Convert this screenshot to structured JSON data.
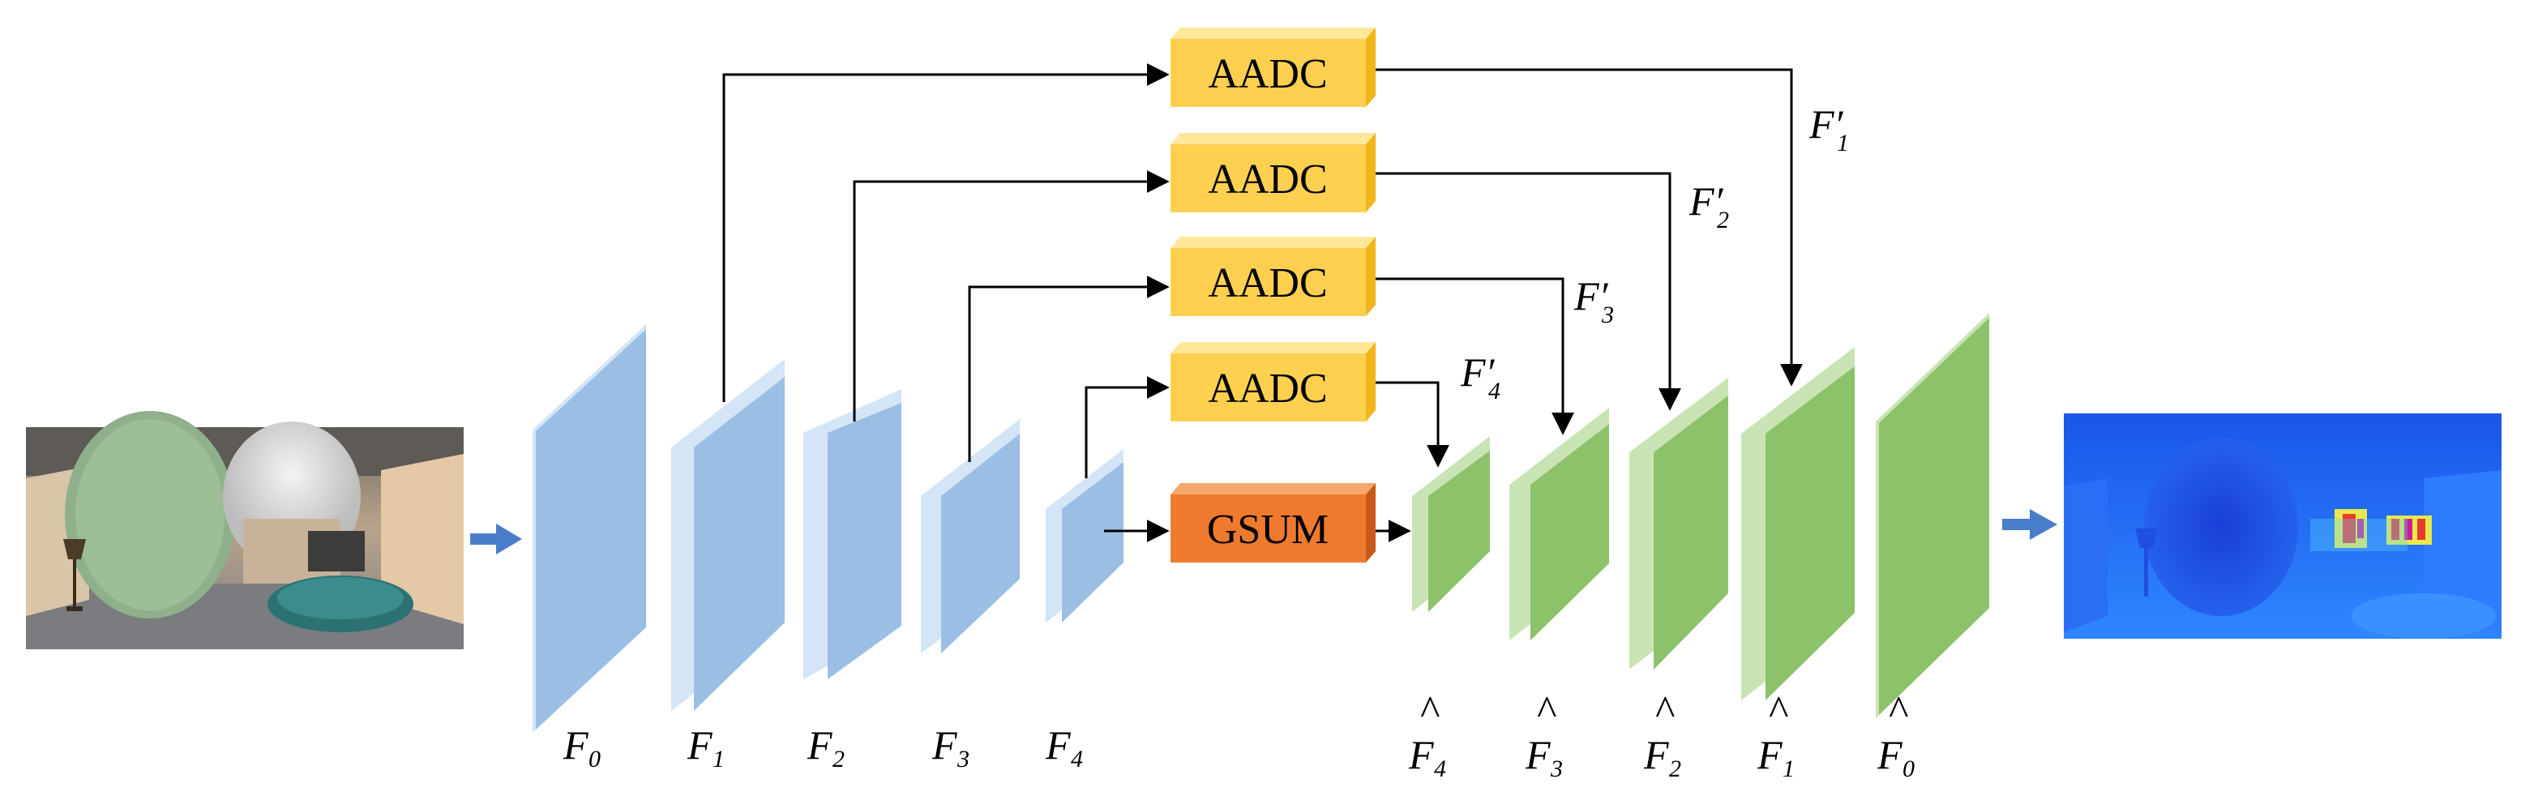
{
  "encoder_labels": [
    "F",
    "F",
    "F",
    "F",
    "F"
  ],
  "encoder_subs": [
    "0",
    "1",
    "2",
    "3",
    "4"
  ],
  "decoder_labels": [
    "F",
    "F",
    "F",
    "F",
    "F"
  ],
  "decoder_subs": [
    "4",
    "3",
    "2",
    "1",
    "0"
  ],
  "hat_symbol": "^",
  "aadc_labels": [
    "AADC",
    "AADC",
    "AADC",
    "AADC"
  ],
  "gsum_label": "GSUM",
  "skip_labels": [
    "F",
    "F",
    "F",
    "F"
  ],
  "skip_subs": [
    "1",
    "2",
    "3",
    "4"
  ],
  "prime_symbol": "′",
  "colors": {
    "encoder_face": "#9bbfe4",
    "encoder_side": "#d3e5f6",
    "decoder_face": "#8cc26a",
    "decoder_side": "#c9e4b4",
    "aadc_face": "#ffd050",
    "aadc_top": "#ffe89a",
    "aadc_side": "#f2b51c",
    "gsum_face": "#ee7a2e",
    "gsum_top": "#f6a76e",
    "gsum_side": "#c85b17",
    "flow_arrow": "#4a7dc9",
    "line": "#000000"
  }
}
